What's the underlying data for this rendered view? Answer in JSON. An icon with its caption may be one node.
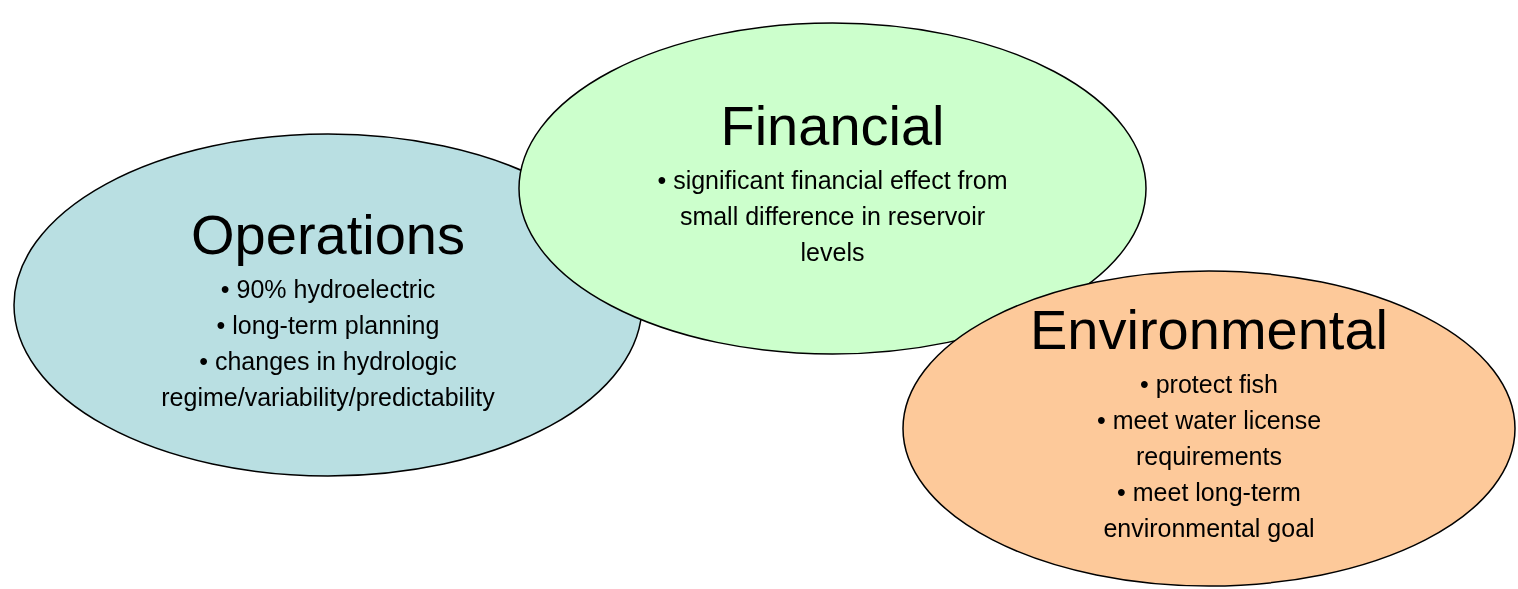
{
  "diagram": {
    "nodes": [
      {
        "text": [
          "Operations",
          "• 90% hydroelectric",
          "• long-term planning",
          "• changes in hydrologic regime/variability/predictability"
        ]
      },
      {
        "text": [
          "Financial",
          "• significant financial effect from small difference in reservoir levels"
        ]
      },
      {
        "text": [
          "Environmental",
          "• protect fish",
          "• meet water license requirements",
          "• meet long-term environmental goal"
        ]
      }
    ]
  }
}
